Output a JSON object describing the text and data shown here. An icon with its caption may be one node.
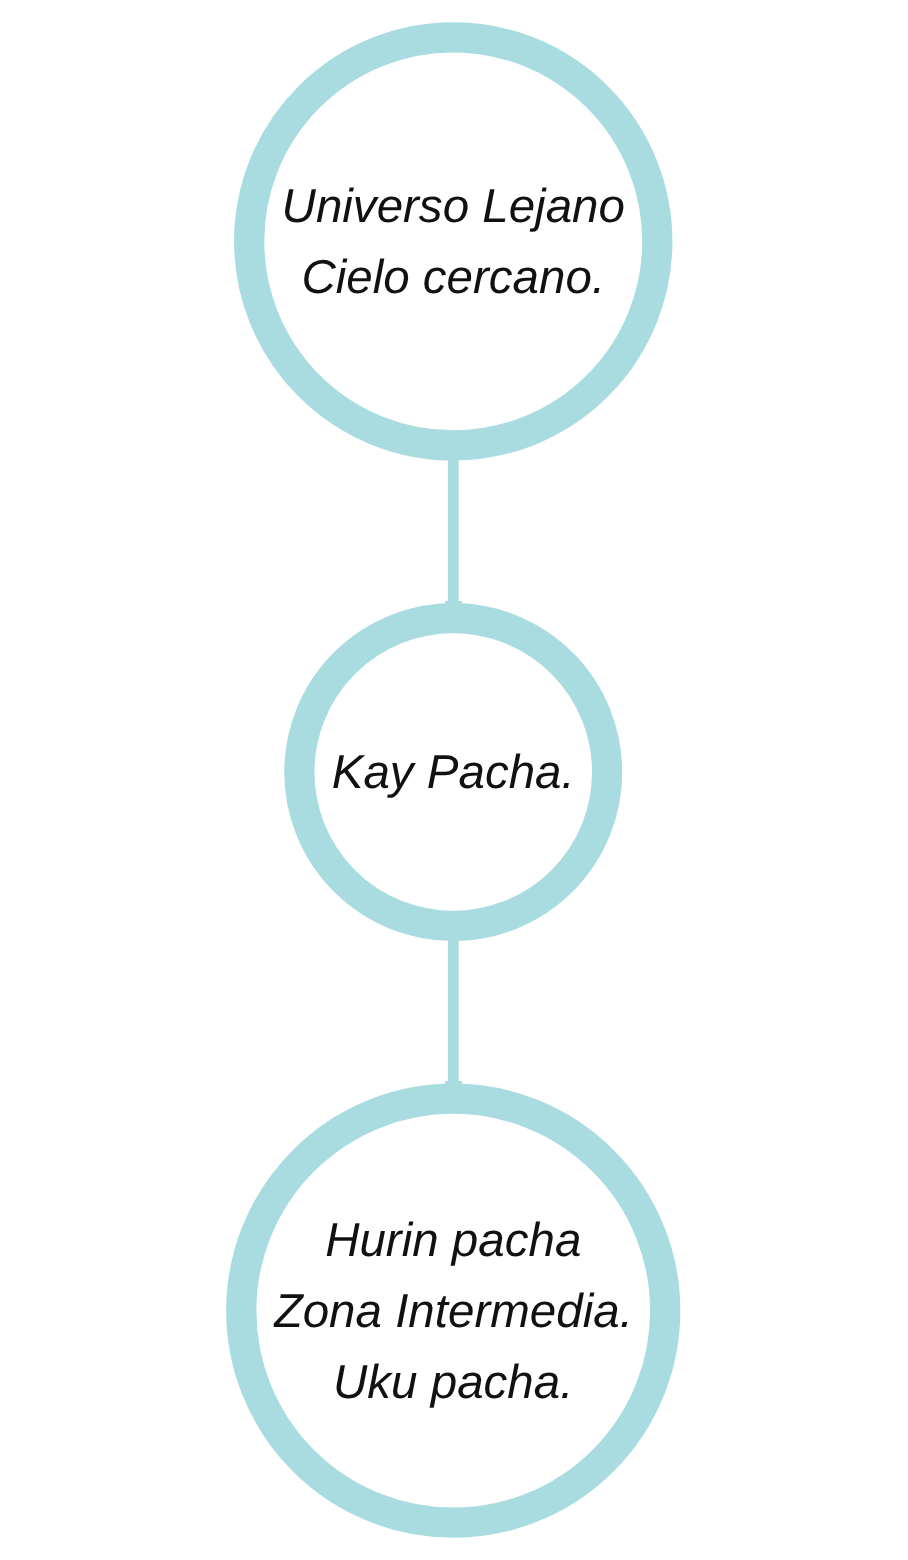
{
  "diagram": {
    "nodes": [
      {
        "text": [
          "Universo Lejano",
          "Cielo cercano."
        ]
      },
      {
        "text": [
          "Kay Pacha."
        ]
      },
      {
        "text": [
          "Hurin pacha",
          "Zona Intermedia.",
          "Uku pacha."
        ]
      }
    ],
    "edges": [
      {
        "from": 0,
        "to": 1,
        "arrow": "to"
      },
      {
        "from": 1,
        "to": 2,
        "arrow": "to"
      }
    ]
  }
}
